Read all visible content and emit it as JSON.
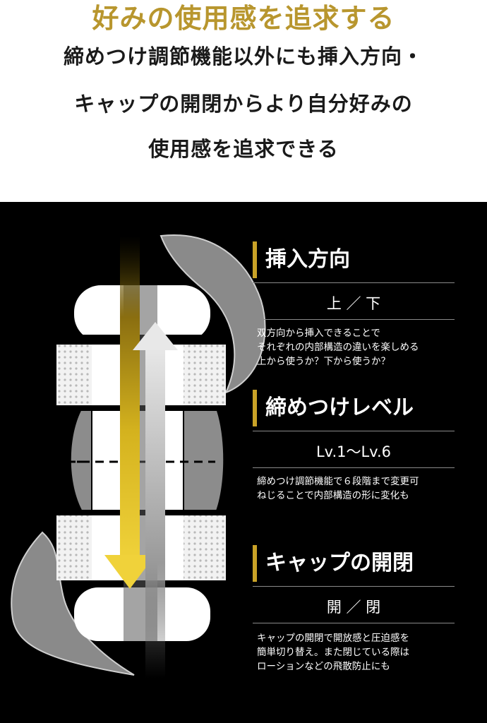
{
  "header": {
    "headline": "好みの使用感を追求する",
    "lines": [
      "締めつけ調節機能以外にも挿入方向・",
      "キャップの開閉からより自分好みの",
      "使用感を追求できる"
    ]
  },
  "sections": [
    {
      "title": "挿入方向",
      "value": "上 ／ 下",
      "desc": [
        "双方向から挿入できることで",
        "それぞれの内部構造の違いを楽しめる",
        "上から使うか？下から使うか？"
      ]
    },
    {
      "title": "締めつけレベル",
      "value": "Lv.1～Lv.6",
      "desc": [
        "締めつけ調節機能で６段階まで変更可",
        "ねじることで内部構造の形に変化も"
      ]
    },
    {
      "title": "キャップの開閉",
      "value": "開 ／ 閉",
      "desc": [
        "キャップの開閉で開放感と圧迫感を",
        "簡単切り替え。また閉じている際は",
        "ローションなどの飛散防止にも"
      ]
    }
  ],
  "colors": {
    "accent_gold": "#c9a227",
    "headline_gold": "#b8962e",
    "background_dark": "#000000",
    "text_dark": "#1a1a1a"
  }
}
